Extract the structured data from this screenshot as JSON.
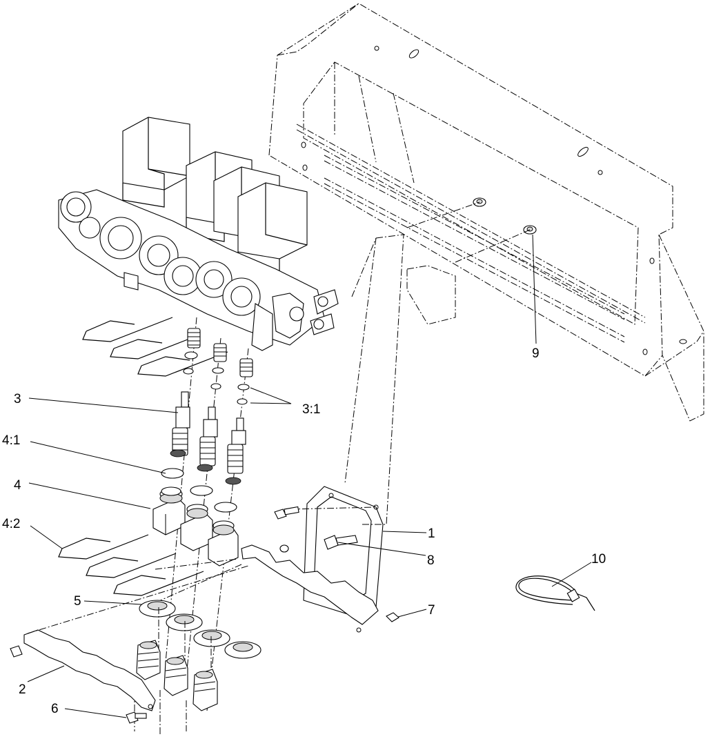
{
  "callouts": [
    {
      "id": "c1",
      "label": "1"
    },
    {
      "id": "c2",
      "label": "2"
    },
    {
      "id": "c3",
      "label": "3"
    },
    {
      "id": "c3_1",
      "label": "3:1"
    },
    {
      "id": "c4",
      "label": "4"
    },
    {
      "id": "c4_1",
      "label": "4:1"
    },
    {
      "id": "c4_2",
      "label": "4:2"
    },
    {
      "id": "c5",
      "label": "5"
    },
    {
      "id": "c6",
      "label": "6"
    },
    {
      "id": "c7",
      "label": "7"
    },
    {
      "id": "c8",
      "label": "8"
    },
    {
      "id": "c9",
      "label": "9"
    },
    {
      "id": "c10",
      "label": "10"
    }
  ]
}
